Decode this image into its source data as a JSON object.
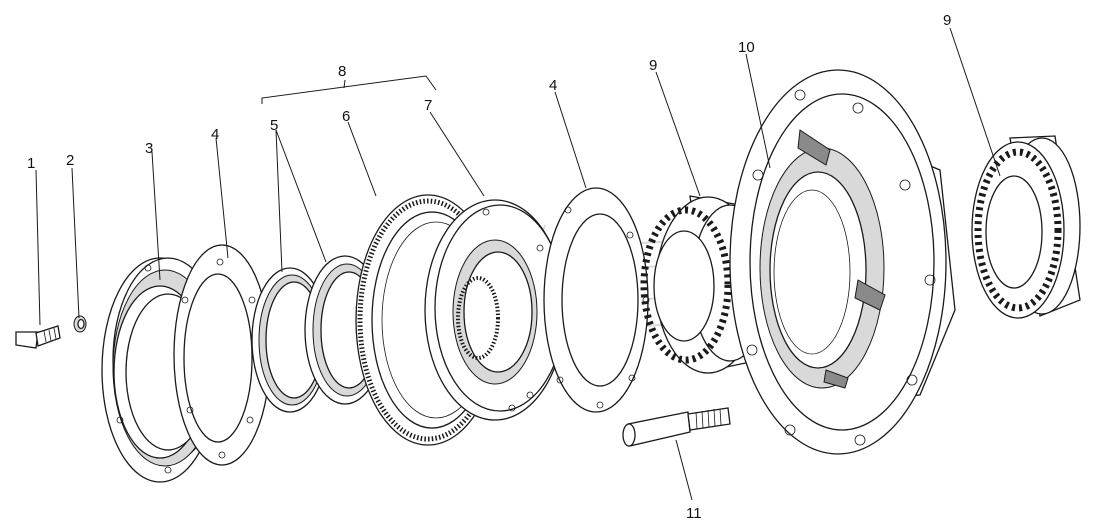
{
  "diagram": {
    "callouts": [
      {
        "id": "c1",
        "text": "1"
      },
      {
        "id": "c2",
        "text": "2"
      },
      {
        "id": "c3",
        "text": "3"
      },
      {
        "id": "c4a",
        "text": "4"
      },
      {
        "id": "c5",
        "text": "5"
      },
      {
        "id": "c6",
        "text": "6"
      },
      {
        "id": "c7",
        "text": "7"
      },
      {
        "id": "c8",
        "text": "8"
      },
      {
        "id": "c4b",
        "text": "4"
      },
      {
        "id": "c9a",
        "text": "9"
      },
      {
        "id": "c10",
        "text": "10"
      },
      {
        "id": "c9b",
        "text": "9"
      },
      {
        "id": "c11",
        "text": "11"
      }
    ]
  }
}
